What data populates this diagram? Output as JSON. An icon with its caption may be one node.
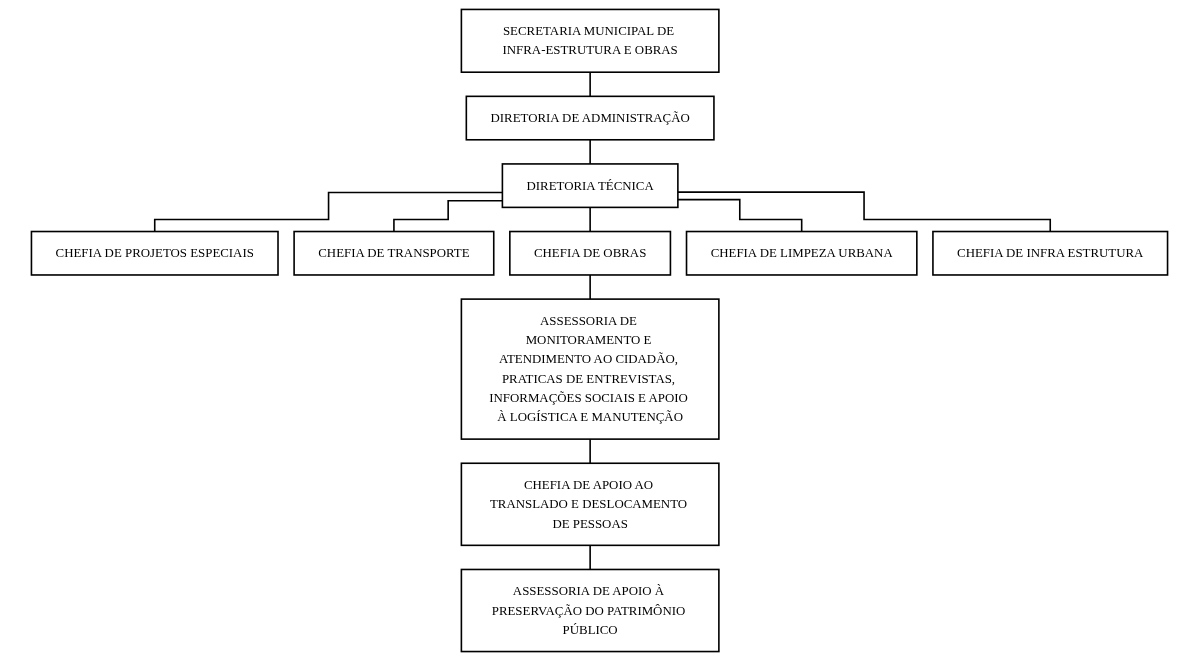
{
  "diagram": {
    "nodes": [
      {
        "text": [
          "SECRETARIA MUNICIPAL DE INFRA-ESTRUTURA E OBRAS"
        ]
      },
      {
        "text": [
          "DIRETORIA DE ADMINISTRAÇÃO"
        ]
      },
      {
        "text": [
          "DIRETORIA TÉCNICA"
        ]
      },
      {
        "text": [
          "CHEFIA DE PROJETOS ESPECIAIS"
        ]
      },
      {
        "text": [
          "CHEFIA DE TRANSPORTE"
        ]
      },
      {
        "text": [
          "CHEFIA DE OBRAS"
        ]
      },
      {
        "text": [
          "CHEFIA DE LIMPEZA URBANA"
        ]
      },
      {
        "text": [
          "CHEFIA DE INFRA ESTRUTURA"
        ]
      },
      {
        "text": [
          "ASSESSORIA DE MONITORAMENTO E ATENDIMENTO AO CIDADÃO, PRATICAS DE ENTREVISTAS, INFORMAÇÕES SOCIAIS E APOIO À LOGÍSTICA E MANUTENÇÃO"
        ]
      },
      {
        "text": [
          "CHEFIA DE APOIO AO TRANSLADO E DESLOCAMENTO DE PESSOAS"
        ]
      },
      {
        "text": [
          "ASSESSORIA DE APOIO À PRESERVAÇÃO DO PATRIMÔNIO PÚBLICO"
        ]
      }
    ],
    "edges": [
      {
        "from": 0,
        "to": 1,
        "arrow": "none"
      },
      {
        "from": 1,
        "to": 2,
        "arrow": "none"
      },
      {
        "from": 2,
        "to": 3,
        "arrow": "none"
      },
      {
        "from": 2,
        "to": 4,
        "arrow": "none"
      },
      {
        "from": 2,
        "to": 5,
        "arrow": "none"
      },
      {
        "from": 2,
        "to": 6,
        "arrow": "none"
      },
      {
        "from": 2,
        "to": 7,
        "arrow": "none"
      },
      {
        "from": 5,
        "to": 8,
        "arrow": "none"
      },
      {
        "from": 8,
        "to": 9,
        "arrow": "none"
      },
      {
        "from": 9,
        "to": 10,
        "arrow": "none"
      }
    ]
  }
}
